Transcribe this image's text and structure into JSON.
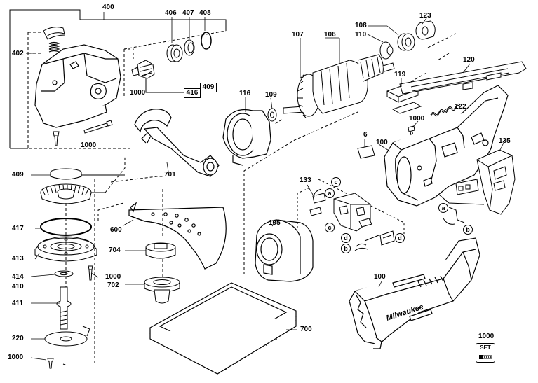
{
  "labels": {
    "l400": "400",
    "l402": "402",
    "l406": "406",
    "l407": "407",
    "l408": "408",
    "l1000a": "1000",
    "l416": "416",
    "l409b": "409",
    "l1000b": "1000",
    "l107": "107",
    "l106": "106",
    "l108": "108",
    "l110": "110",
    "l123": "123",
    "l120": "120",
    "l119": "119",
    "l122": "122",
    "l116": "116",
    "l109": "109",
    "l1000c": "1000",
    "l6": "6",
    "l100a": "100",
    "l135": "135",
    "l701": "701",
    "l409": "409",
    "l417": "417",
    "l413": "413",
    "l414": "414",
    "l410": "410",
    "l411": "411",
    "l220": "220",
    "l1000d": "1000",
    "l600": "600",
    "l704": "704",
    "l1000e": "1000",
    "l702": "702",
    "l133": "133",
    "l105": "105",
    "l700": "700",
    "l100b": "100",
    "l1000f": "1000"
  },
  "callouts": {
    "a": "a",
    "b": "b",
    "c": "c",
    "d": "d"
  },
  "set_icon": {
    "text": "SET"
  },
  "branding": {
    "logo": "Milwaukee"
  }
}
